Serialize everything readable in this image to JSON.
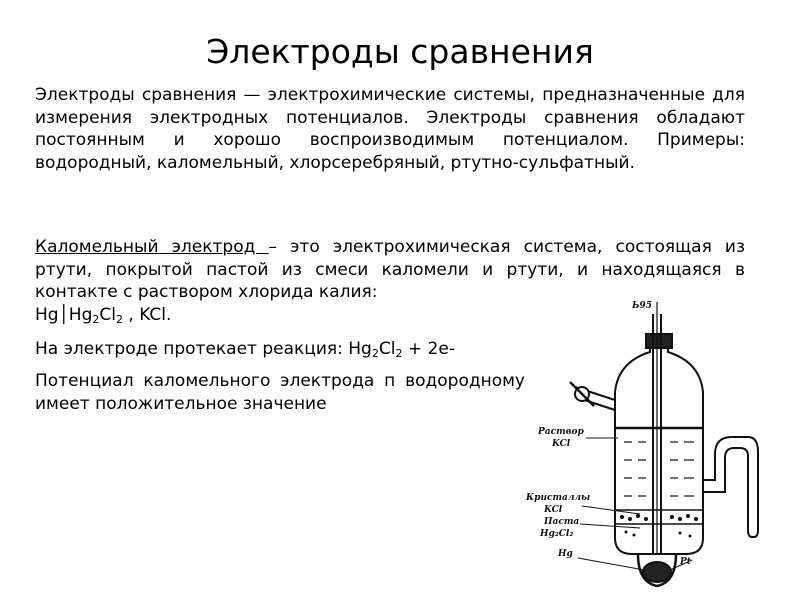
{
  "slide": {
    "title": "Электроды сравнения"
  },
  "para1": {
    "text": "Электроды сравнения — электрохимические системы, предназначенные для измерения электродных потенциалов. Электроды сравнения обладают постоянным и хорошо воспроизводимым потенциалом. Примеры: водородный, каломельный, хлорсеребряный, ртутно-сульфатный."
  },
  "para2": {
    "term": "Каломельный электрод ",
    "text": "– это электрохимическая система, состоящая из ртути, покрытой пастой из смеси каломели и ртути, и находящаяся в контакте с раствором хлорида калия:",
    "formula": {
      "hg": "Hg│Hg",
      "sub1": "2",
      "cl": "Cl",
      "sub2": "2",
      "rest": ", KCl."
    }
  },
  "para3": {
    "prefix": "На электроде протекает реакция: Hg",
    "sub1": "2",
    "mid": "Cl",
    "sub2": "2",
    "suffix": " + 2e-"
  },
  "para4": {
    "text": "Потенциал каломельного электрода п водородному имеет положительное значение"
  },
  "diagram": {
    "labels": {
      "top_label": "Ь95",
      "solution": "Раствор",
      "solution_formula": "KCl",
      "crystals": "Кристаллы",
      "crystals_formula": "KCl",
      "paste": "Паста",
      "paste_formula": "Hg₂Cl₂",
      "hg": "Hg",
      "pt": "Pt"
    },
    "colors": {
      "ink": "#111111",
      "paper": "#ffffff"
    }
  }
}
